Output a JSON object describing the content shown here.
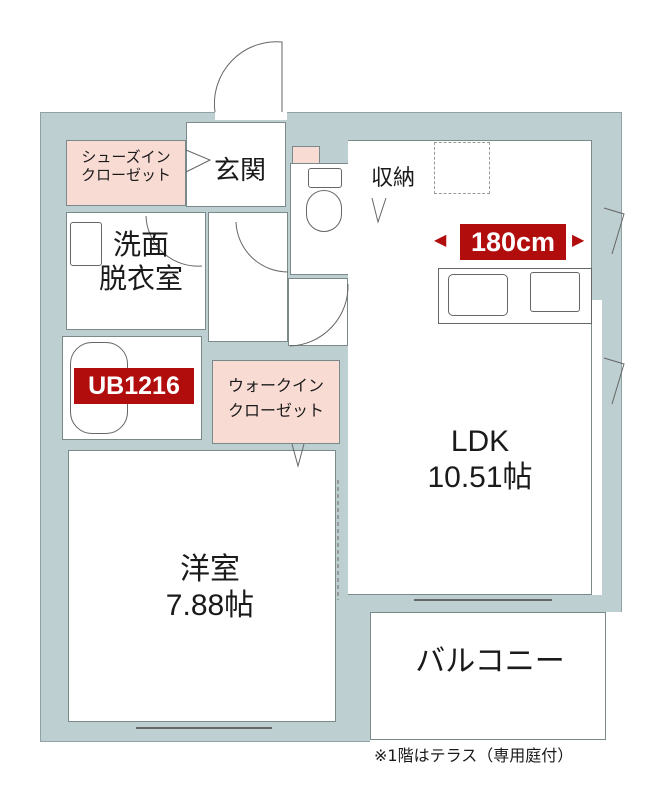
{
  "floor_plan": {
    "rooms": {
      "shoe_closet": {
        "label_line1": "シューズイン",
        "label_line2": "クローゼット"
      },
      "entrance": {
        "label": "玄関"
      },
      "storage": {
        "label": "収納"
      },
      "washroom": {
        "label_line1": "洗面",
        "label_line2": "脱衣室"
      },
      "bathroom": {
        "badge": "UB1216"
      },
      "walk_in_closet": {
        "label_line1": "ウォークイン",
        "label_line2": "クローゼット"
      },
      "ldk": {
        "label": "LDK",
        "area": "10.51帖"
      },
      "western_room": {
        "label": "洋室",
        "area": "7.88帖"
      },
      "balcony": {
        "label": "バルコニー"
      }
    },
    "dimension": {
      "kitchen_width": "180cm",
      "arrow_left": "◀",
      "arrow_right": "▶"
    },
    "note": "※1階はテラス（専用庭付）",
    "colors": {
      "wall": "#bdcfd0",
      "closet": "#f8dcd4",
      "accent": "#b20d0d"
    }
  }
}
